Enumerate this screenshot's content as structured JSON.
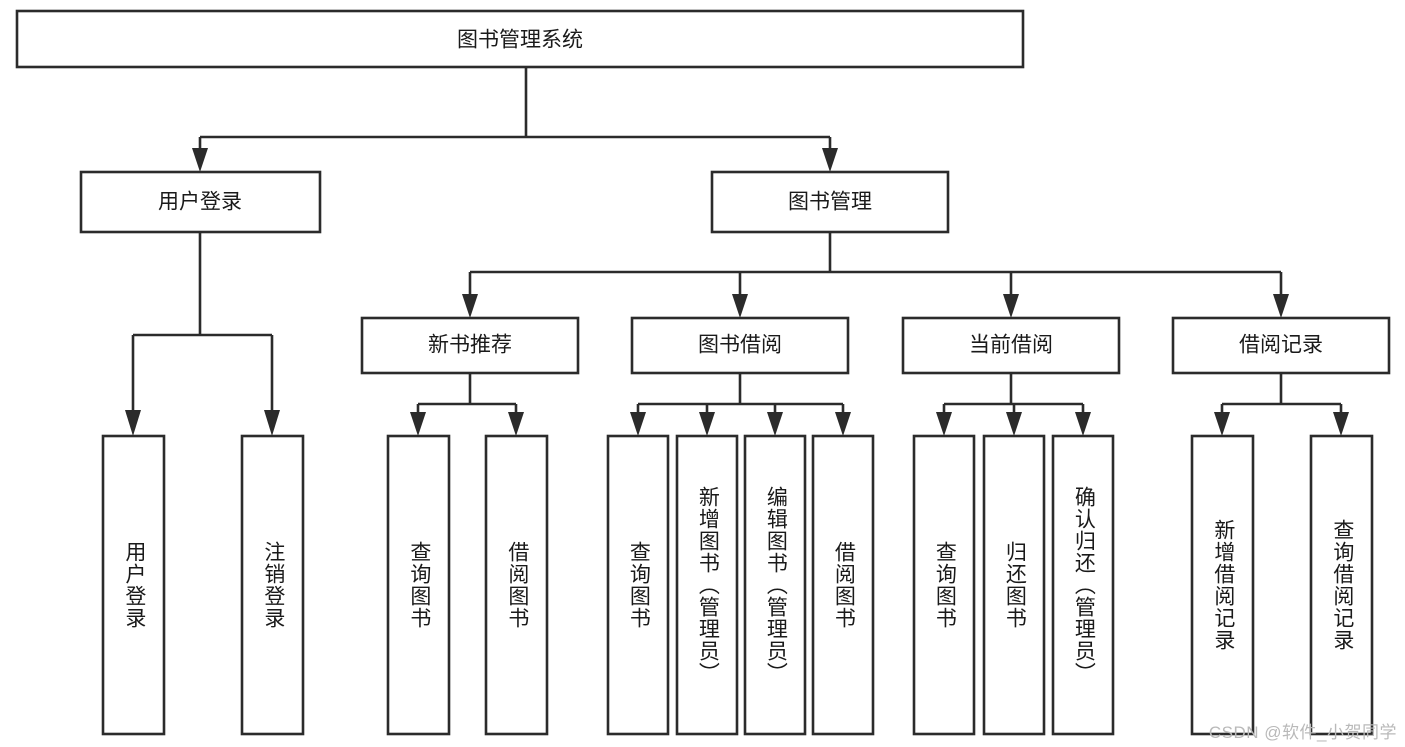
{
  "diagram": {
    "type": "tree",
    "title": "图书管理系统",
    "root": {
      "id": "root",
      "label": "图书管理系统",
      "orientation": "horizontal"
    },
    "level1": [
      {
        "id": "user-login",
        "label": "用户登录",
        "orientation": "horizontal"
      },
      {
        "id": "book-manage",
        "label": "图书管理",
        "orientation": "horizontal"
      }
    ],
    "level2": [
      {
        "id": "new-book-recommend",
        "label": "新书推荐",
        "parent": "book-manage",
        "orientation": "horizontal"
      },
      {
        "id": "book-borrow",
        "label": "图书借阅",
        "parent": "book-manage",
        "orientation": "horizontal"
      },
      {
        "id": "current-borrow",
        "label": "当前借阅",
        "parent": "book-manage",
        "orientation": "horizontal"
      },
      {
        "id": "borrow-record",
        "label": "借阅记录",
        "parent": "book-manage",
        "orientation": "horizontal"
      }
    ],
    "leaves": [
      {
        "id": "leaf-user-login",
        "label": "用户登录",
        "parent": "user-login",
        "orientation": "vertical"
      },
      {
        "id": "leaf-logout-login",
        "label": "注销登录",
        "parent": "user-login",
        "orientation": "vertical"
      },
      {
        "id": "leaf-query-book-1",
        "label": "查询图书",
        "parent": "new-book-recommend",
        "orientation": "vertical"
      },
      {
        "id": "leaf-borrow-book-1",
        "label": "借阅图书",
        "parent": "new-book-recommend",
        "orientation": "vertical"
      },
      {
        "id": "leaf-query-book-2",
        "label": "查询图书",
        "parent": "book-borrow",
        "orientation": "vertical"
      },
      {
        "id": "leaf-add-book",
        "label": "新增图书（管理员）",
        "parent": "book-borrow",
        "orientation": "vertical"
      },
      {
        "id": "leaf-edit-book",
        "label": "编辑图书（管理员）",
        "parent": "book-borrow",
        "orientation": "vertical"
      },
      {
        "id": "leaf-borrow-book-2",
        "label": "借阅图书",
        "parent": "book-borrow",
        "orientation": "vertical"
      },
      {
        "id": "leaf-query-book-3",
        "label": "查询图书",
        "parent": "current-borrow",
        "orientation": "vertical"
      },
      {
        "id": "leaf-return-book",
        "label": "归还图书",
        "parent": "current-borrow",
        "orientation": "vertical"
      },
      {
        "id": "leaf-confirm-return",
        "label": "确认归还（管理员）",
        "parent": "current-borrow",
        "orientation": "vertical"
      },
      {
        "id": "leaf-add-record",
        "label": "新增借阅记录",
        "parent": "borrow-record",
        "orientation": "vertical"
      },
      {
        "id": "leaf-query-record",
        "label": "查询借阅记录",
        "parent": "borrow-record",
        "orientation": "vertical"
      }
    ],
    "colors": {
      "stroke": "#2b2b2b",
      "fill": "#ffffff",
      "text": "#1a1a1a",
      "watermark": "#b9b9b9",
      "background": "#ffffff"
    }
  },
  "watermark": {
    "text": "CSDN @软件_小贺同学"
  }
}
